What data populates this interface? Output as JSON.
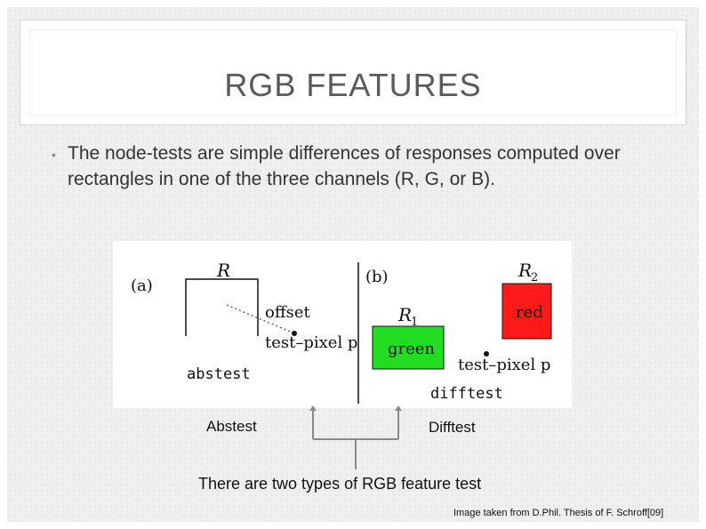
{
  "slide": {
    "title": "RGB FEATURES",
    "bullet": "The node-tests are simple differences of responses computed over rectangles in one of the three channels (R, G, or B).",
    "bullet_marker": "•"
  },
  "figure": {
    "panel_a": {
      "label": "(a)",
      "rect_label": "R",
      "offset_label": "offset",
      "pixel_label": "test–pixel p",
      "name": "abstest"
    },
    "panel_b": {
      "label": "(b)",
      "r2_label": "R",
      "r2_sub": "2",
      "r2_text": "red",
      "r1_label": "R",
      "r1_sub": "1",
      "r1_text": "green",
      "pixel_label": "test–pixel p",
      "name": "difftest"
    },
    "colors": {
      "red": "#ff1a1a",
      "green": "#22dd22"
    }
  },
  "captions": {
    "left": "Abstest",
    "right": "Difftest",
    "summary": "There are two types of RGB feature test"
  },
  "footer": "Image taken from D.Phil. Thesis of F. Schroff[09]",
  "colors": {
    "connector": "#8a8a8a"
  }
}
